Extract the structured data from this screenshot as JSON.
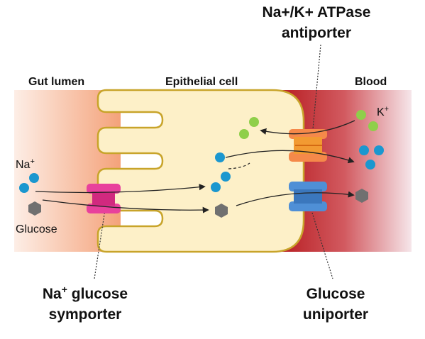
{
  "regions": {
    "gut_lumen": "Gut lumen",
    "epithelial_cell": "Epithelial cell",
    "blood": "Blood"
  },
  "molecules": {
    "sodium": {
      "symbol": "Na",
      "sup": "+"
    },
    "potassium": {
      "symbol": "K",
      "sup": "+"
    },
    "glucose": "Glucose"
  },
  "transporters": {
    "atpase": {
      "line1": "Na+/K+ ATPase",
      "line2": "antiporter"
    },
    "symporter": {
      "line1_main": "Na",
      "line1_sup": "+",
      "line1_rest": " glucose",
      "line2": "symporter"
    },
    "uniporter": {
      "line1": "Glucose",
      "line2": "uniporter"
    }
  },
  "colors": {
    "sodium": "#1b97cf",
    "potassium": "#8fcf4a",
    "glucose": "#707070",
    "cell_fill": "#fdf0c8",
    "cell_outline": "#c8a42a",
    "lumen": "#f4a97e",
    "blood": "#b10e12",
    "symporter": "#e8419c",
    "atpase": "#f5894a",
    "uniporter": "#4f8fd6"
  }
}
